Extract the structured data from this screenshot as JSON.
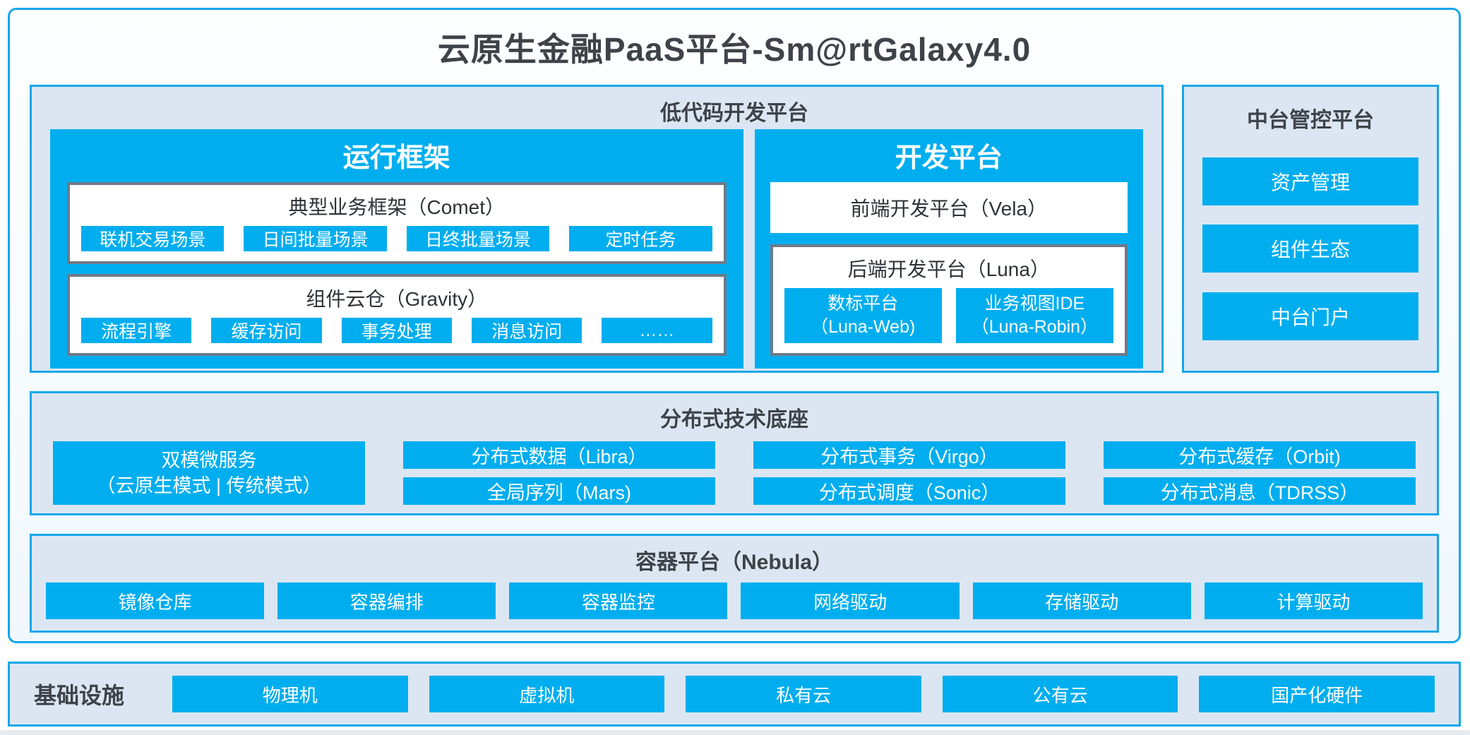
{
  "title": "云原生金融PaaS平台-Sm@rtGalaxy4.0",
  "colors": {
    "accent_blue": "#00AEEF",
    "border_blue": "#12A7E9",
    "panel_bg": "#DCE6F3",
    "gray_box_border": "#6F7987",
    "dark_text": "#3E4349"
  },
  "low_code": {
    "header": "低代码开发平台",
    "runtime": {
      "header": "运行框架",
      "comet": {
        "title": "典型业务框架（Comet）",
        "items": [
          "联机交易场景",
          "日间批量场景",
          "日终批量场景",
          "定时任务"
        ]
      },
      "gravity": {
        "title": "组件云仓（Gravity）",
        "items": [
          "流程引擎",
          "缓存访问",
          "事务处理",
          "消息访问",
          "……"
        ]
      }
    },
    "dev": {
      "header": "开发平台",
      "vela_title": "前端开发平台（Vela）",
      "luna": {
        "title": "后端开发平台（Luna）",
        "items": [
          {
            "name": "数标平台",
            "code": "（Luna-Web)"
          },
          {
            "name": "业务视图IDE",
            "code": "（Luna-Robin）"
          }
        ]
      }
    }
  },
  "mid_platform": {
    "header": "中台管控平台",
    "items": [
      "资产管理",
      "组件生态",
      "中台门户"
    ]
  },
  "distributed": {
    "header": "分布式技术底座",
    "dual_mode": {
      "name": "双模微服务",
      "modes": "（云原生模式 | 传统模式）"
    },
    "row1": [
      "分布式数据（Libra）",
      "分布式事务（Virgo）",
      "分布式缓存（Orbit)"
    ],
    "row2": [
      "全局序列（Mars)",
      "分布式调度（Sonic）",
      "分布式消息（TDRSS）"
    ]
  },
  "container_platform": {
    "header": "容器平台（Nebula）",
    "items": [
      "镜像仓库",
      "容器编排",
      "容器监控",
      "网络驱动",
      "存储驱动",
      "计算驱动"
    ]
  },
  "infrastructure": {
    "header": "基础设施",
    "items": [
      "物理机",
      "虚拟机",
      "私有云",
      "公有云",
      "国产化硬件"
    ]
  }
}
